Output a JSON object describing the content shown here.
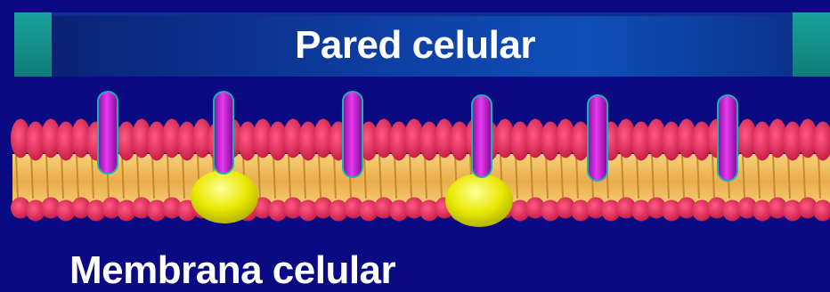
{
  "cell_wall": {
    "label": "Pared celular"
  },
  "membrane": {
    "label": "Membrana celular"
  },
  "colors": {
    "background": "#0a0a82",
    "wall": "#0f4fb8",
    "wall_caps": "#1aa29a",
    "phospholipid_head": "#e8305e",
    "lipid_tail": "#f2c060",
    "integral_protein": "#c21bd0",
    "peripheral_protein": "#e6e600"
  },
  "components": {
    "integral_protein_count": 6,
    "peripheral_protein_count": 2
  }
}
